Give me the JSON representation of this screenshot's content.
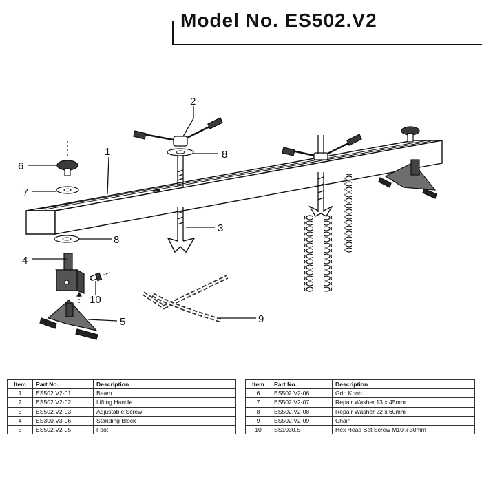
{
  "header": {
    "title": "Model No. ES502.V2"
  },
  "callouts": [
    "1",
    "2",
    "3",
    "4",
    "5",
    "6",
    "7",
    "8",
    "8",
    "9",
    "10"
  ],
  "parts_table": {
    "columns": [
      "Item",
      "Part No.",
      "Description"
    ],
    "left_rows": [
      [
        "1",
        "ES502.V2-01",
        "Beam"
      ],
      [
        "2",
        "ES502.V2-02",
        "Lifting Handle"
      ],
      [
        "3",
        "ES502.V2-03",
        "Adjustable Screw"
      ],
      [
        "4",
        "ES300.V3-06",
        "Standing Block"
      ],
      [
        "5",
        "ES502.V2-05",
        "Foot"
      ]
    ],
    "right_rows": [
      [
        "6",
        "ES502.V2-06",
        "Grip Knob"
      ],
      [
        "7",
        "ES502.V2-07",
        "Repair Washer 13 x 45mm"
      ],
      [
        "8",
        "ES502.V2-08",
        "Repair Washer 22 x 60mm"
      ],
      [
        "9",
        "ES502.V2-09",
        "Chain"
      ],
      [
        "10",
        "SS1030.S",
        "Hex Head Set Screw M10 x 30mm"
      ]
    ]
  },
  "colors": {
    "ink": "#111111",
    "handle_grip": "#3a3a3a",
    "part_fill": "#6e6e6e",
    "beam_fill": "#ffffff"
  }
}
